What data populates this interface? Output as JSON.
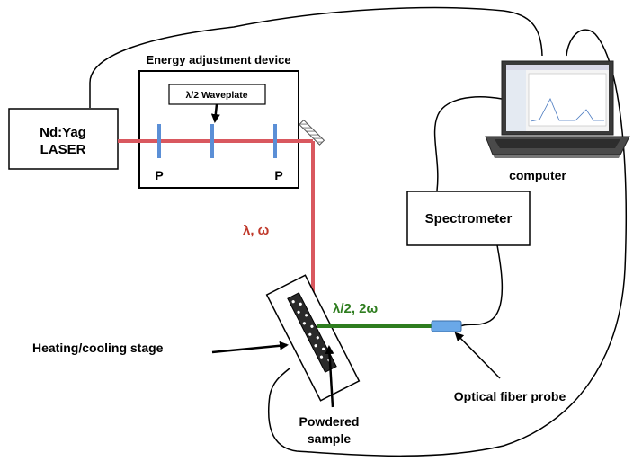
{
  "laser": {
    "line1": "Nd:Yag",
    "line2": "LASER"
  },
  "energy_device": {
    "title": "Energy adjustment device",
    "waveplate": "λ/2 Waveplate",
    "polarizer_left": "P",
    "polarizer_right": "P"
  },
  "beam": {
    "fundamental": "λ, ω",
    "second_harmonic": "λ/2, 2ω"
  },
  "spectrometer": {
    "label": "Spectrometer"
  },
  "computer": {
    "label": "computer"
  },
  "stage": {
    "label": "Heating/cooling stage"
  },
  "sample": {
    "line1": "Powdered",
    "line2": "sample"
  },
  "fiber": {
    "label": "Optical fiber probe"
  },
  "colors": {
    "fundamental_beam": "#d9585f",
    "sh_beam": "#2e7d1f",
    "optics": "#5b8fd6",
    "fiber_probe": "#6aa8e8",
    "sh_label": "#2e7d1f",
    "fund_label": "#c0392b"
  }
}
